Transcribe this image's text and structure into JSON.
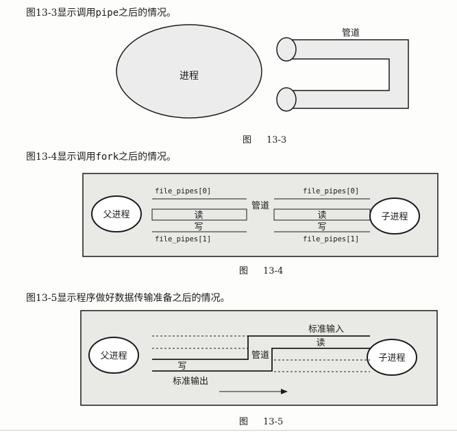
{
  "paragraphs": {
    "p1": {
      "prefix": "图13-3显示调用",
      "code": "pipe",
      "suffix": "之后的情况。"
    },
    "p2": {
      "prefix": "图13-4显示调用",
      "code": "fork",
      "suffix": "之后的情况。"
    },
    "p3": {
      "text": "图13-5显示程序做好数据传输准备之后的情况。"
    }
  },
  "figures": {
    "fig1": {
      "caption_label": "图",
      "caption_number": "13-3",
      "process_label": "进程",
      "pipe_label": "管道"
    },
    "fig2": {
      "caption_label": "图",
      "caption_number": "13-4",
      "parent_label": "父进程",
      "child_label": "子进程",
      "pipe_label": "管道",
      "left_top": "file_pipes[0]",
      "right_top": "file_pipes[0]",
      "left_bottom": "file_pipes[1]",
      "right_bottom": "file_pipes[1]",
      "left_read": "读",
      "left_write": "写",
      "right_read": "读",
      "right_write": "写"
    },
    "fig3": {
      "caption_label": "图",
      "caption_number": "13-5",
      "parent_label": "父进程",
      "child_label": "子进程",
      "pipe_label": "管道",
      "stdin_label": "标准输入",
      "read_label": "读",
      "write_label": "写",
      "stdout_label": "标准输出"
    }
  },
  "colors": {
    "ink": "#1a1a1a",
    "fill": "#ececec",
    "panel": "#e9e9e6"
  }
}
